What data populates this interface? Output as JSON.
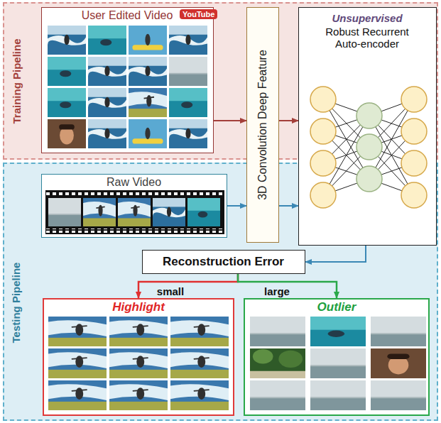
{
  "diagram": {
    "nodes": [
      {
        "text": [
          "Training Pipeline"
        ]
      },
      {
        "text": [
          "Testing Pipeline"
        ]
      },
      {
        "text": [
          "User Edited Video"
        ],
        "in": 0
      },
      {
        "text": [
          "3D Convolution Deep Feature"
        ]
      },
      {
        "text": [
          "Unsupervised",
          "Robust Recurrent Auto-encoder"
        ]
      },
      {
        "text": [
          "Raw Video"
        ],
        "in": 1
      },
      {
        "text": [
          "Reconstruction Error"
        ],
        "in": 1
      },
      {
        "text": [
          "Highlight"
        ],
        "in": 1
      },
      {
        "text": [
          "Outlier"
        ],
        "in": 1
      }
    ],
    "edges": [
      {
        "from": 2,
        "to": 3,
        "arrow": "to"
      },
      {
        "from": 3,
        "to": 4,
        "arrow": "to"
      },
      {
        "from": 5,
        "to": 3,
        "arrow": "to"
      },
      {
        "from": 3,
        "to": 4,
        "arrow": "to"
      },
      {
        "from": 4,
        "to": 6,
        "arrow": "to"
      },
      {
        "from": 6,
        "to": 7,
        "label": "small",
        "arrow": "to"
      },
      {
        "from": 6,
        "to": 8,
        "label": "large",
        "arrow": "to"
      }
    ],
    "labels": [
      "YouTube"
    ]
  }
}
